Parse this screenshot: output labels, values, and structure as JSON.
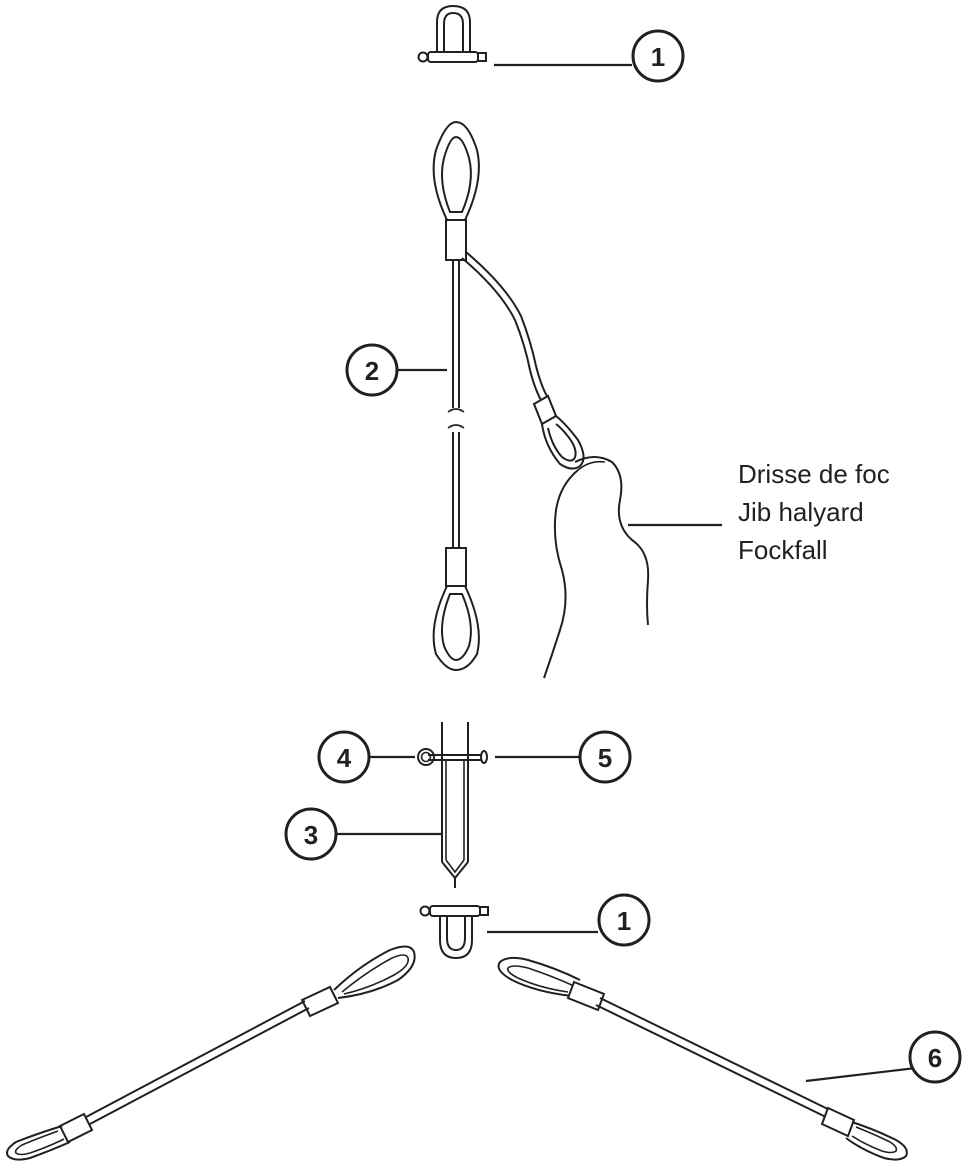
{
  "callouts": {
    "c1_top": "1",
    "c2": "2",
    "c3": "3",
    "c4": "4",
    "c5": "5",
    "c1_bottom": "1",
    "c6": "6"
  },
  "halyard_label": {
    "line1": "Drisse de foc",
    "line2": "Jib halyard",
    "line3": "Fockfall"
  },
  "colors": {
    "ink": "#231f20",
    "background": "#ffffff"
  }
}
